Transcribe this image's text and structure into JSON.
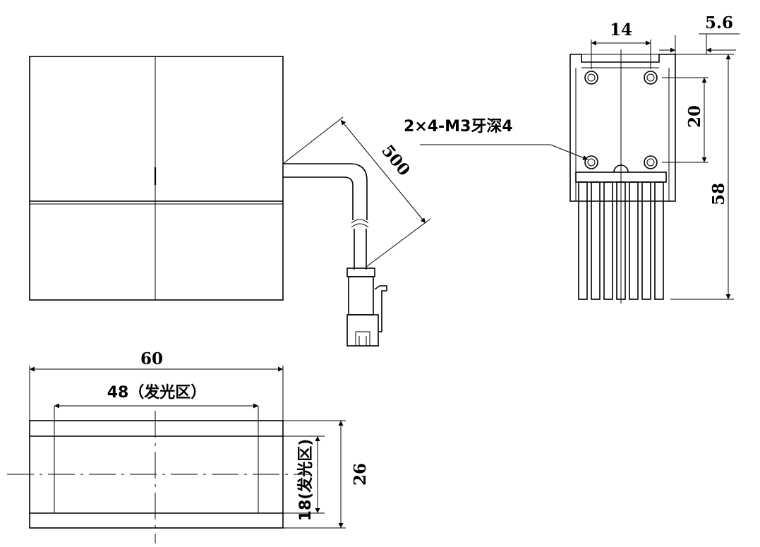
{
  "front_view": {
    "cable_length": "500"
  },
  "side_view": {
    "hole_spacing": "14",
    "edge_offset": "5.6",
    "hole_vertical_spacing": "20",
    "height": "58",
    "thread_note": "2×4-M3牙深4"
  },
  "bottom_view": {
    "width": "60",
    "emitting_width": "48（发光区）",
    "height": "26",
    "emitting_height": "18(发光区)"
  },
  "colors": {
    "line": "#000000",
    "background": "#ffffff"
  }
}
